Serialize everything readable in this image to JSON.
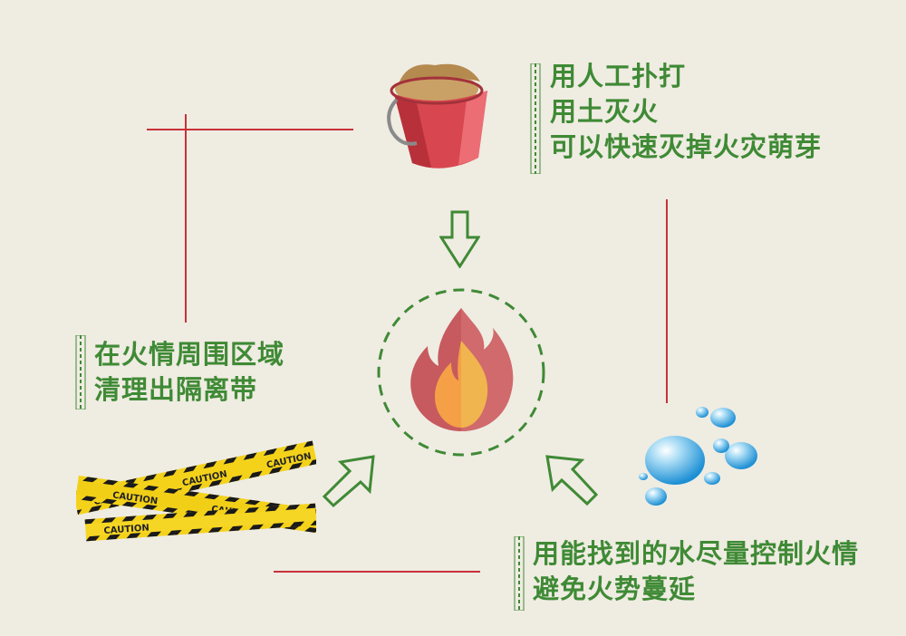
{
  "colors": {
    "background": "#efece2",
    "text_green": "#3f8a35",
    "line_red": "#c8313a",
    "flame_outer": "#c65a5f",
    "flame_inner": "#f5a046"
  },
  "top_text": {
    "line1": "用人工扑打",
    "line2": "用土灭火",
    "line3": "可以快速灭掉火灾萌芽"
  },
  "left_text": {
    "line1": "在火情周围区域",
    "line2": "清理出隔离带"
  },
  "bottom_text": {
    "line1": "用能找到的水尽量控制火情",
    "line2": "避免火势蔓延"
  },
  "caution_tape": {
    "label": "CAUTION"
  },
  "icons": {
    "center": "fire-icon",
    "top": "sand-bucket-icon",
    "left": "caution-tape-icon",
    "right": "water-drops-icon"
  }
}
